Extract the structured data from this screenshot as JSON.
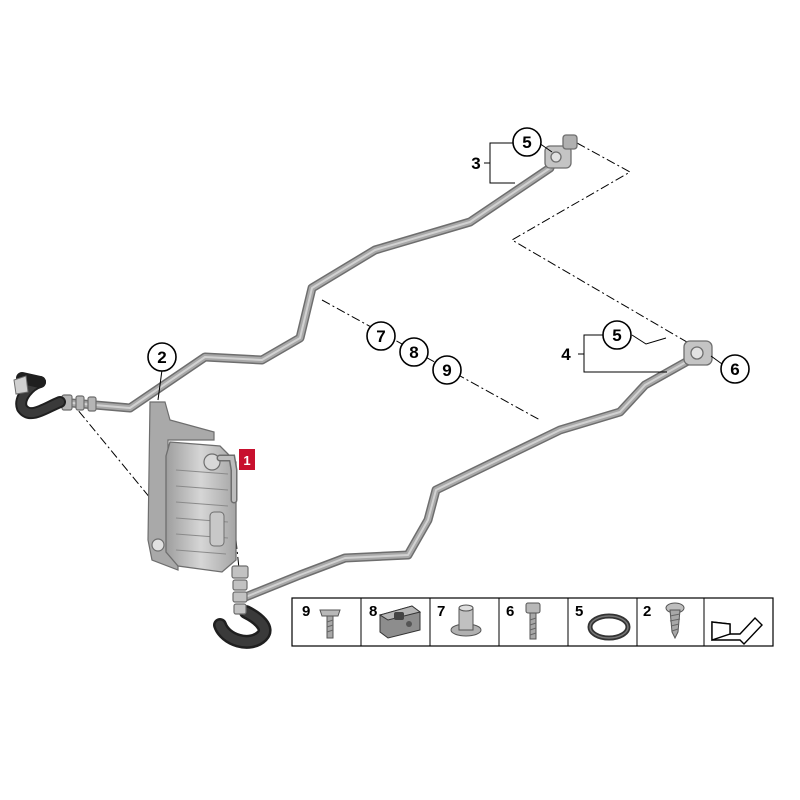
{
  "colors": {
    "pipe": "#9b9b9b",
    "pipe_edge": "#6e6e6e",
    "rubber": "#2b2b2b",
    "cooler": "#b9b9b9",
    "highlight": "#c8102e",
    "ink": "#000000"
  },
  "callouts": {
    "c1": "1",
    "c2": "2",
    "c3": "3",
    "c4": "4",
    "c5a": "5",
    "c5b": "5",
    "c6": "6",
    "c7": "7",
    "c8": "8",
    "c9": "9"
  },
  "legend": {
    "items": [
      {
        "num": "9",
        "icon": "bolt-icon"
      },
      {
        "num": "8",
        "icon": "clip-icon"
      },
      {
        "num": "7",
        "icon": "grommet-icon"
      },
      {
        "num": "6",
        "icon": "screw-icon"
      },
      {
        "num": "5",
        "icon": "o-ring-icon"
      },
      {
        "num": "2",
        "icon": "tapping-screw-icon"
      }
    ],
    "arrow_icon": "assembly-arrow-icon"
  }
}
